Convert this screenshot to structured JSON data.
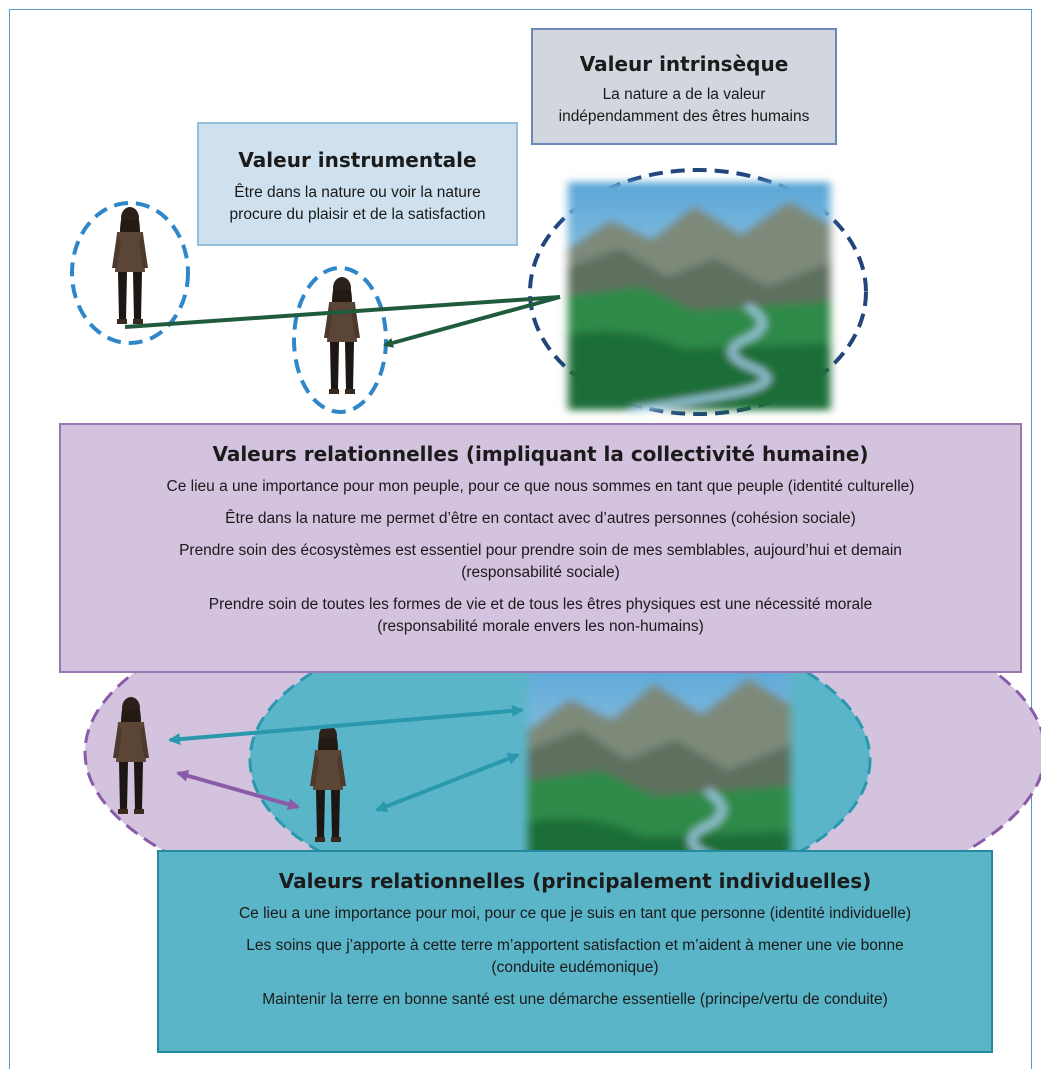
{
  "intrinsic": {
    "title": "Valeur intrinsèque",
    "lines": [
      "La nature a de la valeur",
      "indépendamment des êtres humains"
    ]
  },
  "instrumental": {
    "title": "Valeur instrumentale",
    "lines": [
      "Être dans la nature ou voir la nature",
      "procure du plaisir et de la satisfaction"
    ]
  },
  "collective": {
    "title": "Valeurs relationnelles (impliquant la collectivité humaine)",
    "items": [
      [
        "Ce lieu a une importance pour mon peuple, pour ce que nous sommes en tant que peuple (identité culturelle)"
      ],
      [
        "Être dans la nature me permet d’être en contact avec d’autres personnes (cohésion sociale)"
      ],
      [
        "Prendre soin des écosystèmes est essentiel pour prendre soin de mes semblables, aujourd’hui et demain",
        "(responsabilité sociale)"
      ],
      [
        "Prendre soin de toutes les formes de vie et de tous les êtres physiques est une nécessité morale",
        "(responsabilité morale envers les non-humains)"
      ]
    ]
  },
  "individual": {
    "title": "Valeurs relationnelles (principalement individuelles)",
    "items": [
      [
        "Ce lieu a une importance pour moi, pour ce que je suis en tant que personne (identité individuelle)"
      ],
      [
        "Les soins que j’apporte à cette terre m’apportent satisfaction et m’aident à mener une vie bonne",
        "(conduite eudémonique)"
      ],
      [
        "Maintenir la terre en bonne santé est une démarche essentielle (principe/vertu de conduite)"
      ]
    ]
  },
  "colors": {
    "frame": "#5a9ac6",
    "dashed_blue": "#2f86c9",
    "dashed_navy": "#22457c",
    "arrow_green": "#1f5b3c",
    "arrow_teal": "#2a98ad",
    "arrow_purple": "#8a5ba8",
    "collective_fill": "#d3c3df",
    "individual_fill": "#5bb5c8"
  }
}
